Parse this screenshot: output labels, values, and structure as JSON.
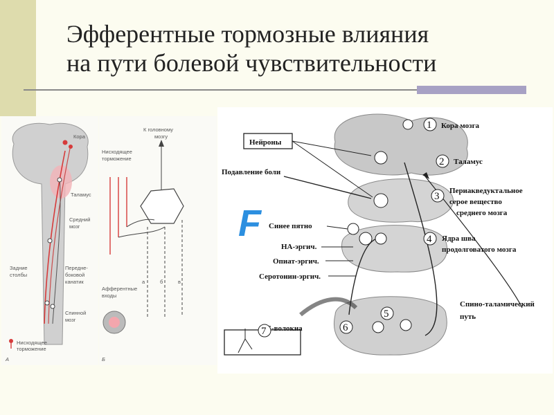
{
  "title": {
    "line1": "Эфферентные тормозные влияния",
    "line2": "на пути болевой чувствительности"
  },
  "panel_a": {
    "label": "А",
    "labels": {
      "cortex": "Кора",
      "thalamus": "Таламус",
      "midbrain_1": "Средний",
      "midbrain_2": "мозг",
      "dorsal_1": "Задние",
      "dorsal_2": "столбы",
      "anterolat_1": "Передне-",
      "anterolat_2": "боковой",
      "anterolat_3": "канатик",
      "spinal_1": "Спинной",
      "spinal_2": "мозг"
    },
    "legend_1": "Нисходящее",
    "legend_2": "торможение"
  },
  "panel_b": {
    "label": "Б",
    "to_brain_1": "К головному",
    "to_brain_2": "мозгу",
    "desc_1": "Нисходящее",
    "desc_2": "торможение",
    "aff_1": "Афферентные",
    "aff_2": "входы",
    "a": "а",
    "b": "б",
    "c": "в"
  },
  "panel_main": {
    "neurons": "Нейроны",
    "pain_suppression": "Подавление боли",
    "blue_spot": "Синее пятно",
    "na": "НА-эргич.",
    "opiate": "Опиат-эргич.",
    "serotonin": "Серотонин-эргич.",
    "c_fibers": "С-волокна",
    "logo_letter": "F",
    "legend": [
      {
        "num": "1",
        "text": "Кора мозга"
      },
      {
        "num": "2",
        "text": "Таламус"
      },
      {
        "num": "3",
        "text": "Периакведуктальное",
        "text2": "серое вещество",
        "text3": "среднего мозга"
      },
      {
        "num": "4",
        "text": "Ядра шва",
        "text2": "продолговатого мозга"
      },
      {
        "num": "5",
        "text": ""
      },
      {
        "num": "6",
        "text": ""
      },
      {
        "num": "7",
        "text": ""
      }
    ],
    "spinothalamic_1": "Спино-таламический",
    "spinothalamic_2": "путь"
  },
  "colors": {
    "accent_band": "#DEDCAD",
    "rule_end": "#A7A1C4",
    "red": "#D63A3A",
    "logo_blue": "#2C8FE0"
  }
}
